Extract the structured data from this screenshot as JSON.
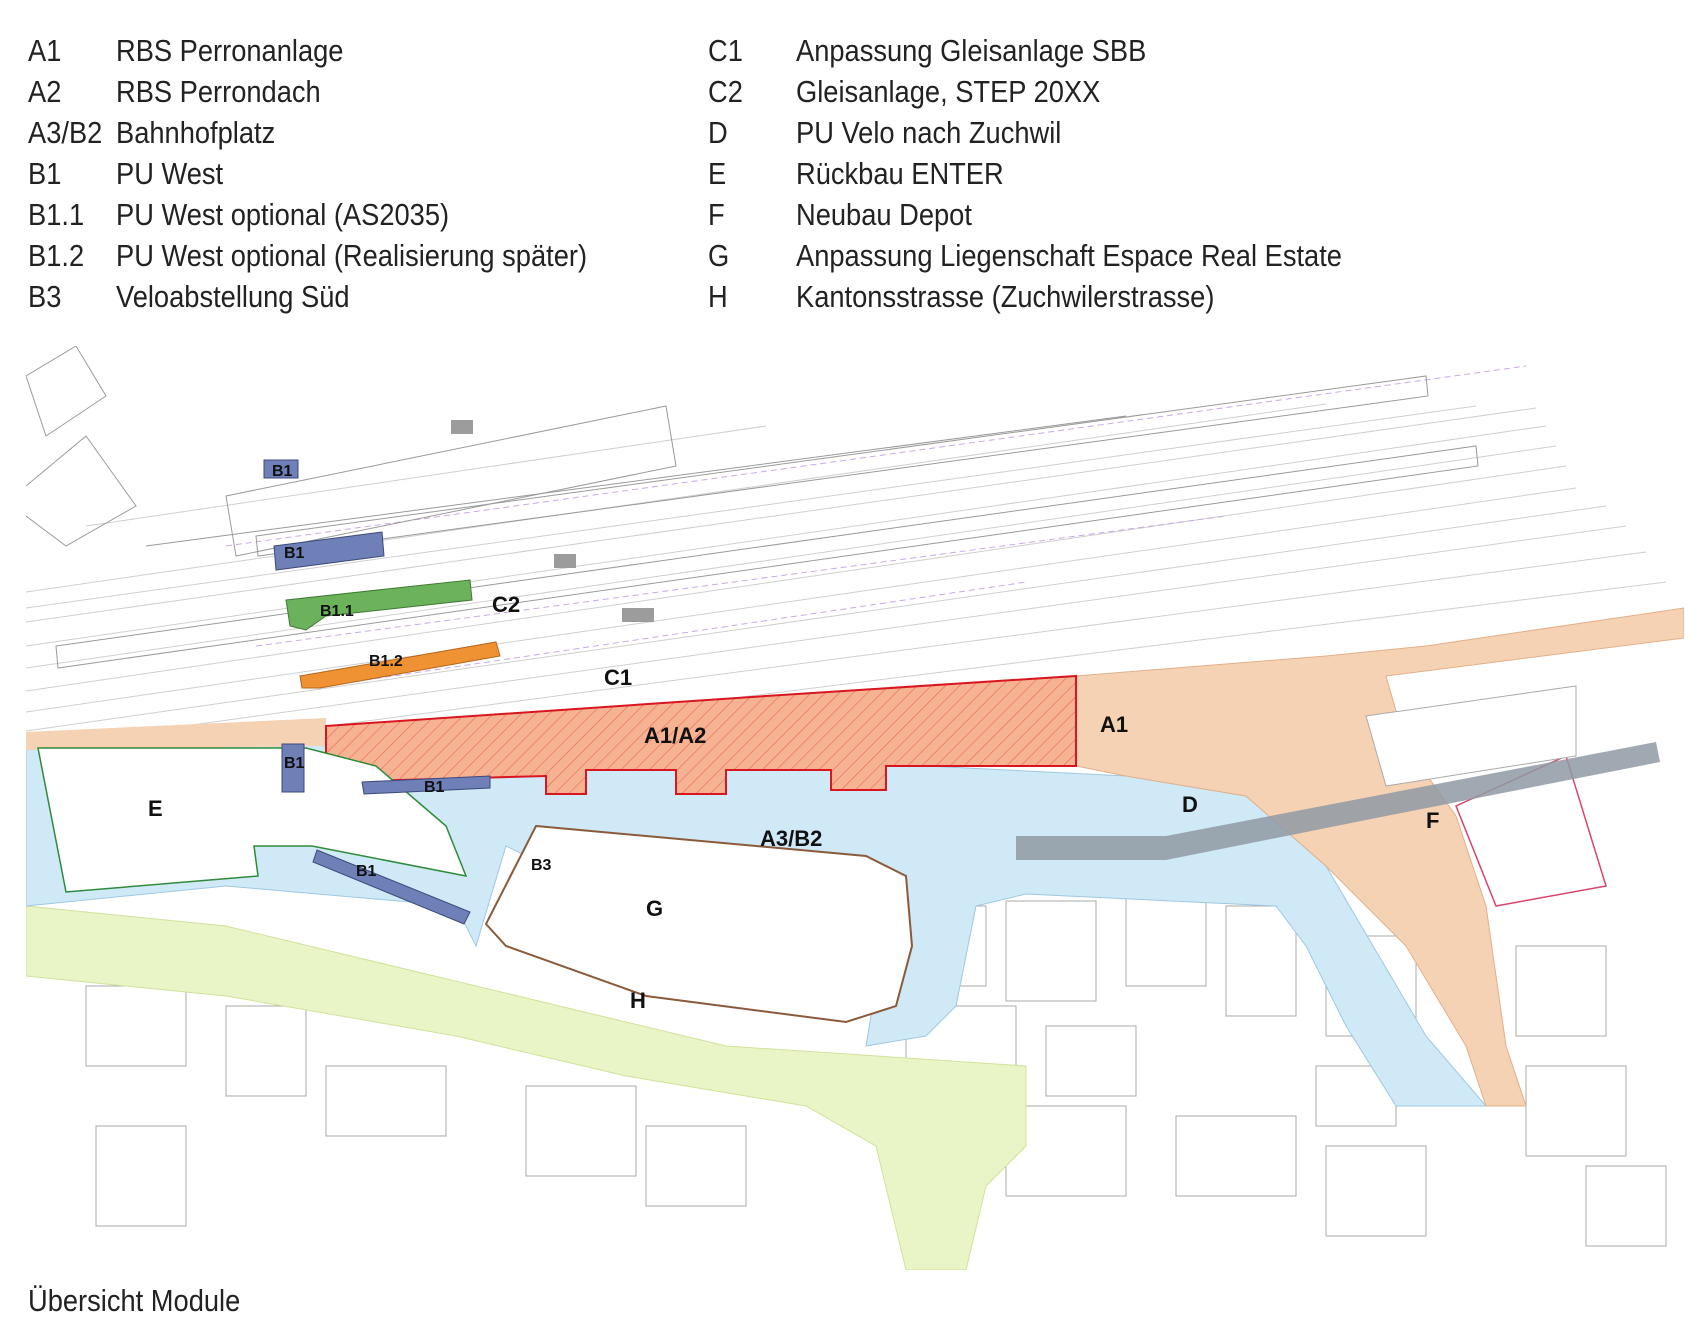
{
  "legend": {
    "left": [
      {
        "code": "A1",
        "text": "RBS Perronanlage"
      },
      {
        "code": "A2",
        "text": "RBS Perrondach"
      },
      {
        "code": "A3/B2",
        "text": "Bahnhofplatz"
      },
      {
        "code": "B1",
        "text": "PU West"
      },
      {
        "code": "B1.1",
        "text": "PU West optional (AS2035)"
      },
      {
        "code": "B1.2",
        "text": "PU West optional (Realisierung später)"
      },
      {
        "code": "B3",
        "text": "Veloabstellung Süd"
      }
    ],
    "right": [
      {
        "code": "C1",
        "text": "Anpassung Gleisanlage SBB"
      },
      {
        "code": "C2",
        "text": "Gleisanlage, STEP 20XX"
      },
      {
        "code": "D",
        "text": "PU Velo nach Zuchwil"
      },
      {
        "code": "E",
        "text": "Rückbau ENTER"
      },
      {
        "code": "F",
        "text": "Neubau Depot"
      },
      {
        "code": "G",
        "text": "Anpassung Liegenschaft Espace Real Estate"
      },
      {
        "code": "H",
        "text": "Kantonsstrasse (Zuchwilerstrasse)"
      }
    ]
  },
  "map_labels": {
    "b1_a": "B1",
    "b1_b": "B1",
    "b1_1": "B1.1",
    "c2": "C2",
    "b1_2": "B1.2",
    "c1": "C1",
    "a1a2": "A1/A2",
    "a1": "A1",
    "b1_c": "B1",
    "b1_d": "B1",
    "e": "E",
    "b1_e": "B1",
    "d": "D",
    "f": "F",
    "a3b2": "A3/B2",
    "b3": "B3",
    "g": "G",
    "h": "H"
  },
  "caption": "Übersicht Module",
  "colors": {
    "a1_fill": "#f4a07c",
    "a1_stroke": "#d9151f",
    "a3b2_fill": "#cfe9f7",
    "a1_east_fill": "#f5d2b3",
    "h_fill": "#e9f4c7",
    "b1_fill": "#6f7fb7",
    "b1_1_fill": "#6cb25a",
    "b1_2_fill": "#ee9233",
    "d_fill": "#8f9aa3",
    "e_stroke": "#2e8b3a",
    "f_stroke": "#d9446b",
    "g_stroke": "#8a5a3a"
  }
}
